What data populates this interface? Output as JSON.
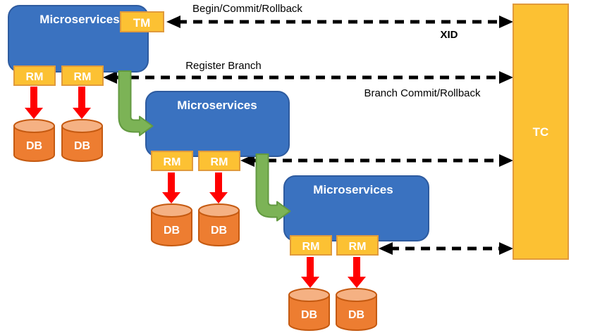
{
  "nodes": {
    "microservices": [
      "Microservices",
      "Microservices",
      "Microservices"
    ],
    "tm": "TM",
    "tc": "TC",
    "rm": [
      "RM",
      "RM",
      "RM",
      "RM",
      "RM",
      "RM"
    ],
    "db": [
      "DB",
      "DB",
      "DB",
      "DB",
      "DB",
      "DB"
    ]
  },
  "edge_labels": {
    "begin_commit_rollback": "Begin/Commit/Rollback",
    "xid": "XID",
    "register_branch": "Register Branch",
    "branch_commit_rollback": "Branch Commit/Rollback"
  },
  "colors": {
    "service_fill": "#3A72C0",
    "service_border": "#2E5B9F",
    "gold_fill": "#FCC133",
    "gold_border": "#E09A3C",
    "db_fill": "#ED7D31",
    "db_top_fill": "#F5B183",
    "db_border": "#C55A11",
    "red_arrow": "#FF0000",
    "green_arrow": "#7CB356",
    "green_arrow_border": "#639A41",
    "dashed_arrow": "#000000"
  }
}
